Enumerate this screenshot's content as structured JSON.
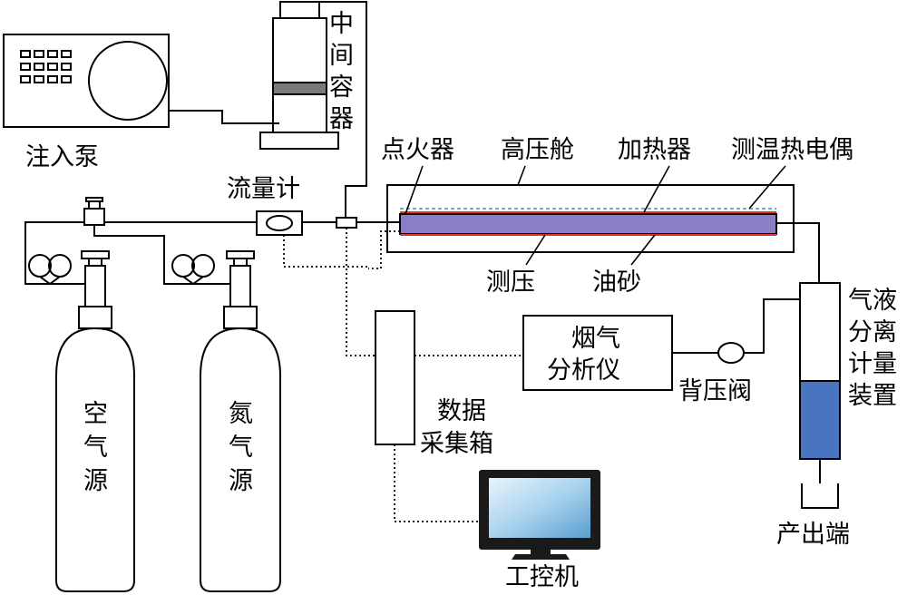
{
  "labels": {
    "injection_pump": "注入泵",
    "intermediate_container": [
      "中",
      "间",
      "容",
      "器"
    ],
    "flow_meter": "流量计",
    "igniter": "点火器",
    "high_pressure_chamber": "高压舱",
    "heater": "加热器",
    "thermocouple": "测温热电偶",
    "pressure_measure": "测压",
    "oil_sand": "油砂",
    "flue_gas_analyzer": [
      "烟气",
      "分析仪"
    ],
    "back_pressure_valve": "背压阀",
    "gas_liquid_meter": [
      "气液",
      "分离",
      "计量",
      "装置"
    ],
    "output_end": "产出端",
    "data_box": [
      "数据",
      "采集箱"
    ],
    "ipc": "工控机",
    "air_source": [
      "空",
      "气",
      "源"
    ],
    "nitrogen_source": [
      "氮",
      "气",
      "源"
    ]
  },
  "colors": {
    "oil_sand_fill": "#8c7ec4",
    "heater_line": "#e03030",
    "sensor_dash": "#3a9a9a",
    "cylinder_band": "#7a7a7a",
    "separator_liquid": "#4a74c0"
  }
}
